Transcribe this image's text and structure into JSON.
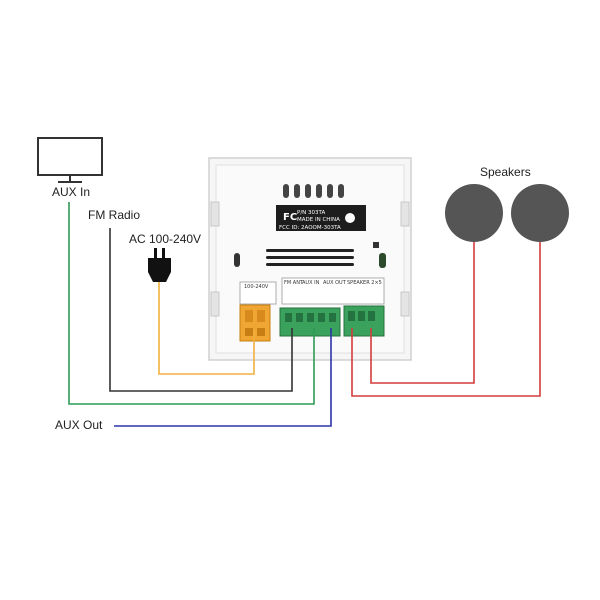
{
  "labels": {
    "aux_in": "AUX In",
    "fm_radio": "FM Radio",
    "ac_power": "AC 100-240V",
    "aux_out": "AUX Out",
    "speakers": "Speakers"
  },
  "device": {
    "plate_line1": "P/N 303TA",
    "plate_line2": "MADE IN CHINA",
    "plate_line3": "FCC ID: 2AOOM-303TA",
    "fcc_logo": "FC",
    "terminal_power": "100-240V",
    "terminal_fm": "FM ANT",
    "terminal_aux_in": "AUX IN",
    "terminal_aux_out": "AUX OUT",
    "terminal_speaker": "SPEAKER 2×5"
  },
  "wire_colors": {
    "aux_in": "#2e9b55",
    "fm_radio": "#333333",
    "ac_power": "#f2b040",
    "aux_out": "#2c35a8",
    "speakers": "#d43c3c"
  },
  "colors": {
    "panel": "#f5f5f5",
    "terminal_green": "#3ba25e",
    "terminal_orange": "#f0a632",
    "speaker": "#555555"
  }
}
